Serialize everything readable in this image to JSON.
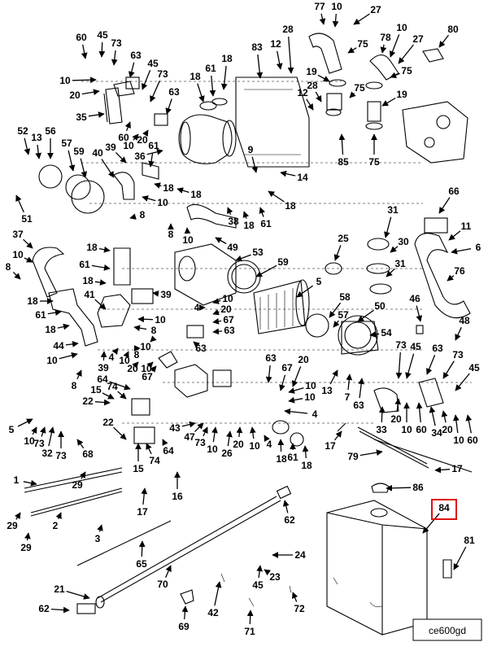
{
  "drawing_code": "ce600gd",
  "highlighted_callout": "84",
  "callouts": [
    "1",
    "2",
    "3",
    "4",
    "5",
    "6",
    "7",
    "8",
    "9",
    "10",
    "11",
    "12",
    "13",
    "14",
    "15",
    "16",
    "17",
    "18",
    "19",
    "20",
    "21",
    "22",
    "23",
    "24",
    "25",
    "26",
    "27",
    "28",
    "29",
    "30",
    "31",
    "32",
    "33",
    "34",
    "35",
    "36",
    "37",
    "38",
    "39",
    "40",
    "41",
    "42",
    "43",
    "44",
    "45",
    "46",
    "47",
    "48",
    "49",
    "50",
    "51",
    "52",
    "53",
    "54",
    "56",
    "57",
    "58",
    "59",
    "60",
    "61",
    "62",
    "63",
    "64",
    "65",
    "66",
    "67",
    "68",
    "69",
    "70",
    "71",
    "72",
    "73",
    "74",
    "75",
    "76",
    "77",
    "78",
    "79",
    "80",
    "81",
    "83",
    "84",
    "85",
    "86"
  ],
  "colors": {
    "line": "#000000",
    "highlight": "#e01010",
    "background": "#ffffff"
  }
}
